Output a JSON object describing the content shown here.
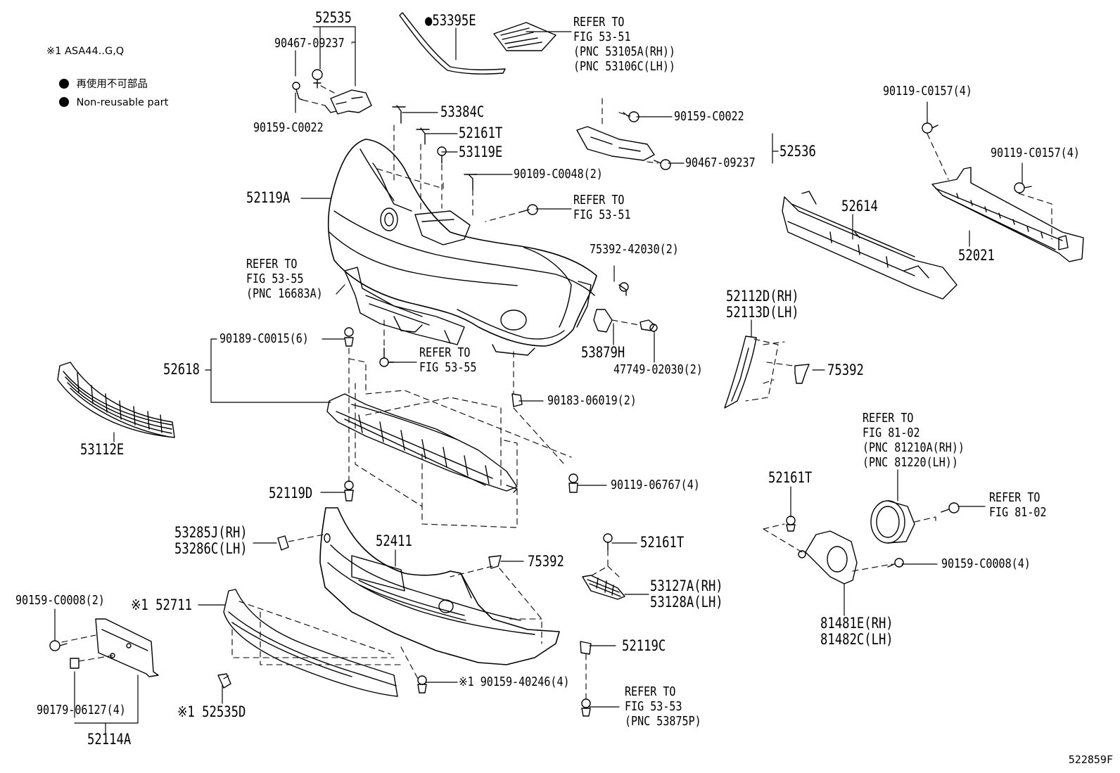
{
  "legend": {
    "note_mark": "※1 ASA44..G,Q",
    "jp_text": "再使用不可部品",
    "en_text": "Non-reusable part"
  },
  "diagram_code": "522859F",
  "labels": {
    "p52535": "52535",
    "p90467a": "90467-09237",
    "p90159a": "90159-C0022",
    "p53395e": "●53395E",
    "refer5351a": "REFER TO\nFIG 53-51\n(PNC 53105A(RH))\n(PNC 53106C(LH))",
    "p53384c": "53384C",
    "p52161ta": "52161T",
    "p53119e": "53119E",
    "p90109": "90109-C0048(2)",
    "p52119a": "52119A",
    "refer5351b": "REFER TO\nFIG 53-51",
    "p90159b": "90159-C0022",
    "p90467b": "90467-09237",
    "p52536": "52536",
    "p90119a": "90119-C0157(4)",
    "p90119b": "90119-C0157(4)",
    "p52614": "52614",
    "p52021": "52021",
    "p75392a": "75392-42030(2)",
    "refer5355a": "REFER TO\nFIG 53-55\n(PNC 16683A)",
    "p52112d": "52112D(RH)\n52113D(LH)",
    "p53879h": "53879H",
    "p47749": "47749-02030(2)",
    "p75392b": "75392",
    "p90189": "90189-C0015(6)",
    "refer5355b": "REFER TO\nFIG 53-55",
    "p52618": "52618",
    "p90183": "90183-06019(2)",
    "p53112e": "53112E",
    "refer8102a": "REFER TO\nFIG 81-02\n(PNC 81210A(RH))\n(PNC 81220(LH))",
    "p52119d": "52119D",
    "p90119c": "90119-06767(4)",
    "p52161tb": "52161T",
    "refer8102b": "REFER TO\nFIG 81-02",
    "p53285j": "53285J(RH)\n53286C(LH)",
    "p52411": "52411",
    "p75392c": "75392",
    "p52161tc": "52161T",
    "p90159c": "90159-C0008(4)",
    "p53127a": "53127A(RH)\n53128A(LH)",
    "p90159d": "90159-C0008(2)",
    "p52711": "※1 52711",
    "p81481e": "81481E(RH)\n81482C(LH)",
    "p52119c": "52119C",
    "p90159e": "※1 90159-40246(4)",
    "refer5353": "REFER TO\nFIG 53-53\n(PNC 53875P)",
    "p90179": "90179-06127(4)",
    "p52535d": "※1 52535D",
    "p52114a": "52114A"
  }
}
